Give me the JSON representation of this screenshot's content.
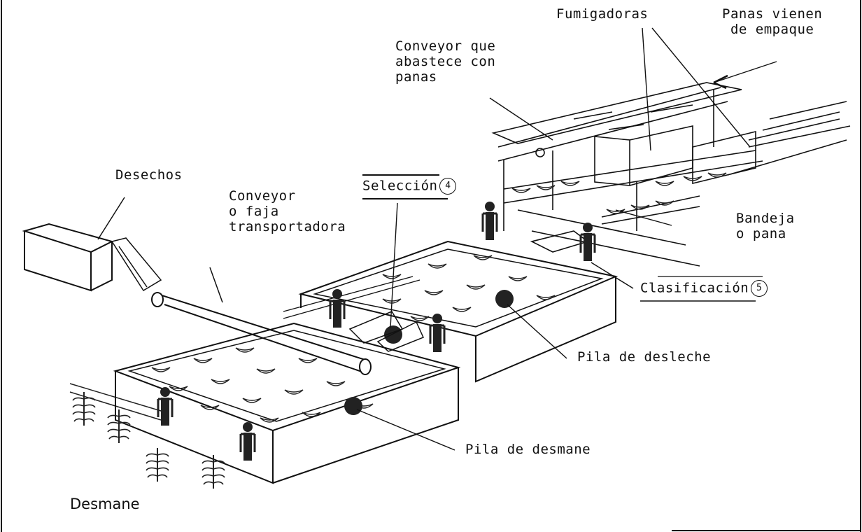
{
  "labels": {
    "fumigadoras": "Fumigadoras",
    "panas_vienen": "Panas vienen\nde empaque",
    "conveyor_abastece": "Conveyor que\nabastece con\npanas",
    "desechos": "Desechos",
    "seleccion": "Selección",
    "seleccion_badge": "4",
    "conveyor_faja": "Conveyor\no faja\ntransportadora",
    "bandeja": "Bandeja\no pana",
    "clasificacion": "Clasificación",
    "clasificacion_badge": "5",
    "pila_desleche": "Pila de desleche",
    "pila_desmane": "Pila de desmane",
    "desmane": "Desmane"
  }
}
